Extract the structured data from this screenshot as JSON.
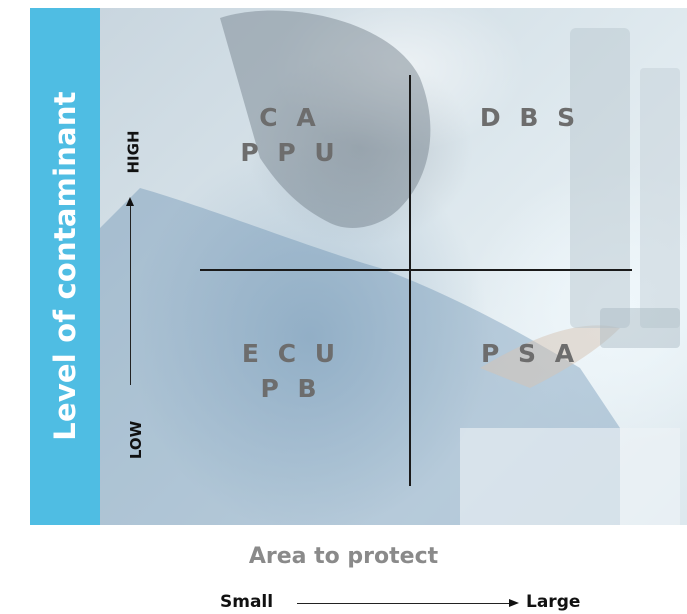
{
  "y_axis": {
    "title": "Level of contaminant",
    "low_label": "LOW",
    "high_label": "HIGH"
  },
  "x_axis": {
    "title": "Area to protect",
    "low_label": "Small",
    "high_label": "Large"
  },
  "quadrants": {
    "top_left": [
      "C A",
      "P P U"
    ],
    "top_right": [
      "D B S"
    ],
    "bottom_left": [
      "E C U",
      "P B"
    ],
    "bottom_right": [
      "P S A"
    ]
  },
  "colors": {
    "side_bar": "#4fbde3",
    "quadrant_text": "#6d6d6d",
    "axis_title": "#8a8a8a"
  },
  "background_image": "lab-technician-photo"
}
